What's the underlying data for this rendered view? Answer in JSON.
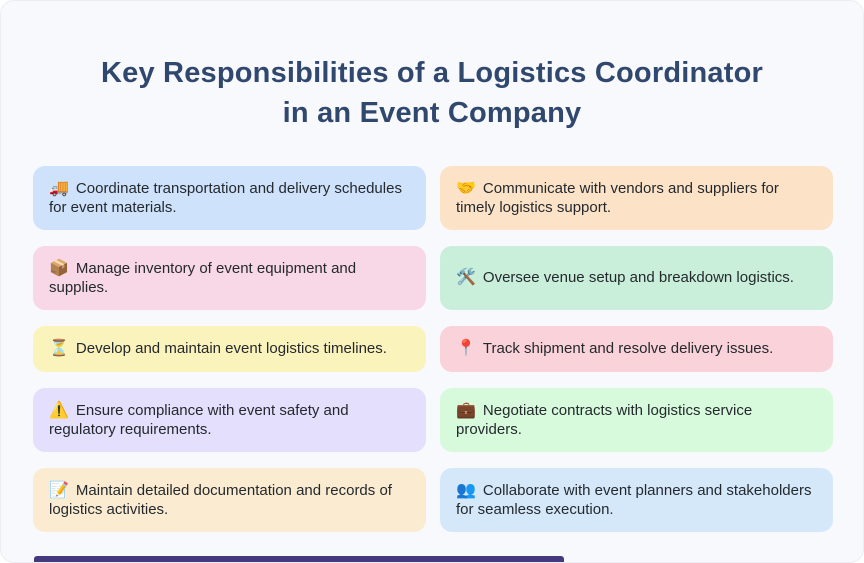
{
  "header": {
    "title_line1": "Key Responsibilities of a Logistics Coordinator",
    "title_line2": "in an Event Company"
  },
  "theme": {
    "page_background": "#f8f9fc",
    "title_color": "#31486e",
    "card_text_color": "#24292e",
    "bottom_bar_color": "#44397e"
  },
  "cards": [
    {
      "icon": "delivery-truck-icon",
      "emoji": "🚚",
      "bg": "#cfe2fb",
      "text": "Coordinate transportation and delivery schedules for event materials."
    },
    {
      "icon": "handshake-icon",
      "emoji": "🤝",
      "bg": "#fce3c7",
      "text": "Communicate with vendors and suppliers for timely logistics support."
    },
    {
      "icon": "package-icon",
      "emoji": "📦",
      "bg": "#f8d7e6",
      "text": "Manage inventory of event equipment and supplies."
    },
    {
      "icon": "hammer-and-wrench-icon",
      "emoji": "🛠️",
      "bg": "#c9efda",
      "text": "Oversee venue setup and breakdown logistics."
    },
    {
      "icon": "hourglass-icon",
      "emoji": "⏳",
      "bg": "#fbf3bc",
      "text": "Develop and maintain event logistics timelines."
    },
    {
      "icon": "round-pushpin-icon",
      "emoji": "📍",
      "bg": "#fad2d9",
      "text": "Track shipment and resolve delivery issues."
    },
    {
      "icon": "warning-icon",
      "emoji": "⚠️",
      "bg": "#e3dffc",
      "text": "Ensure compliance with event safety and regulatory requirements."
    },
    {
      "icon": "briefcase-icon",
      "emoji": "💼",
      "bg": "#d7fadc",
      "text": "Negotiate contracts with logistics service providers."
    },
    {
      "icon": "memo-icon",
      "emoji": "📝",
      "bg": "#fbecd1",
      "text": "Maintain detailed documentation and records of logistics activities."
    },
    {
      "icon": "people-icon",
      "emoji": "👥",
      "bg": "#d5e8fa",
      "text": "Collaborate with event planners and stakeholders for seamless execution."
    }
  ]
}
